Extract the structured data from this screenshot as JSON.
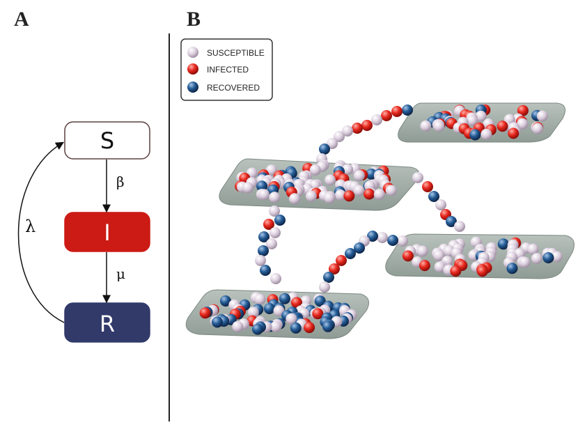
{
  "panels": {
    "a": "A",
    "b": "B"
  },
  "model": {
    "states": [
      {
        "label": "S",
        "fill": "#ffffff",
        "stroke": "#5a4040",
        "text_color": "#111111"
      },
      {
        "label": "I",
        "fill": "#cc1a14",
        "stroke": "#cc1a14",
        "text_color": "#ffffff"
      },
      {
        "label": "R",
        "fill": "#323a6a",
        "stroke": "#323a6a",
        "text_color": "#ffffff"
      }
    ],
    "rates": {
      "s_to_i": "β",
      "i_to_r": "μ",
      "r_to_s": "λ"
    }
  },
  "legend": [
    {
      "label": "SUSCEPTIBLE",
      "color": "#ddd0df"
    },
    {
      "label": "INFECTED",
      "color": "#e8291f"
    },
    {
      "label": "RECOVERED",
      "color": "#245c96"
    }
  ],
  "colors": {
    "patch": "#a7b1ac",
    "patch_edge": "#7c8882",
    "divider": "#222222"
  }
}
